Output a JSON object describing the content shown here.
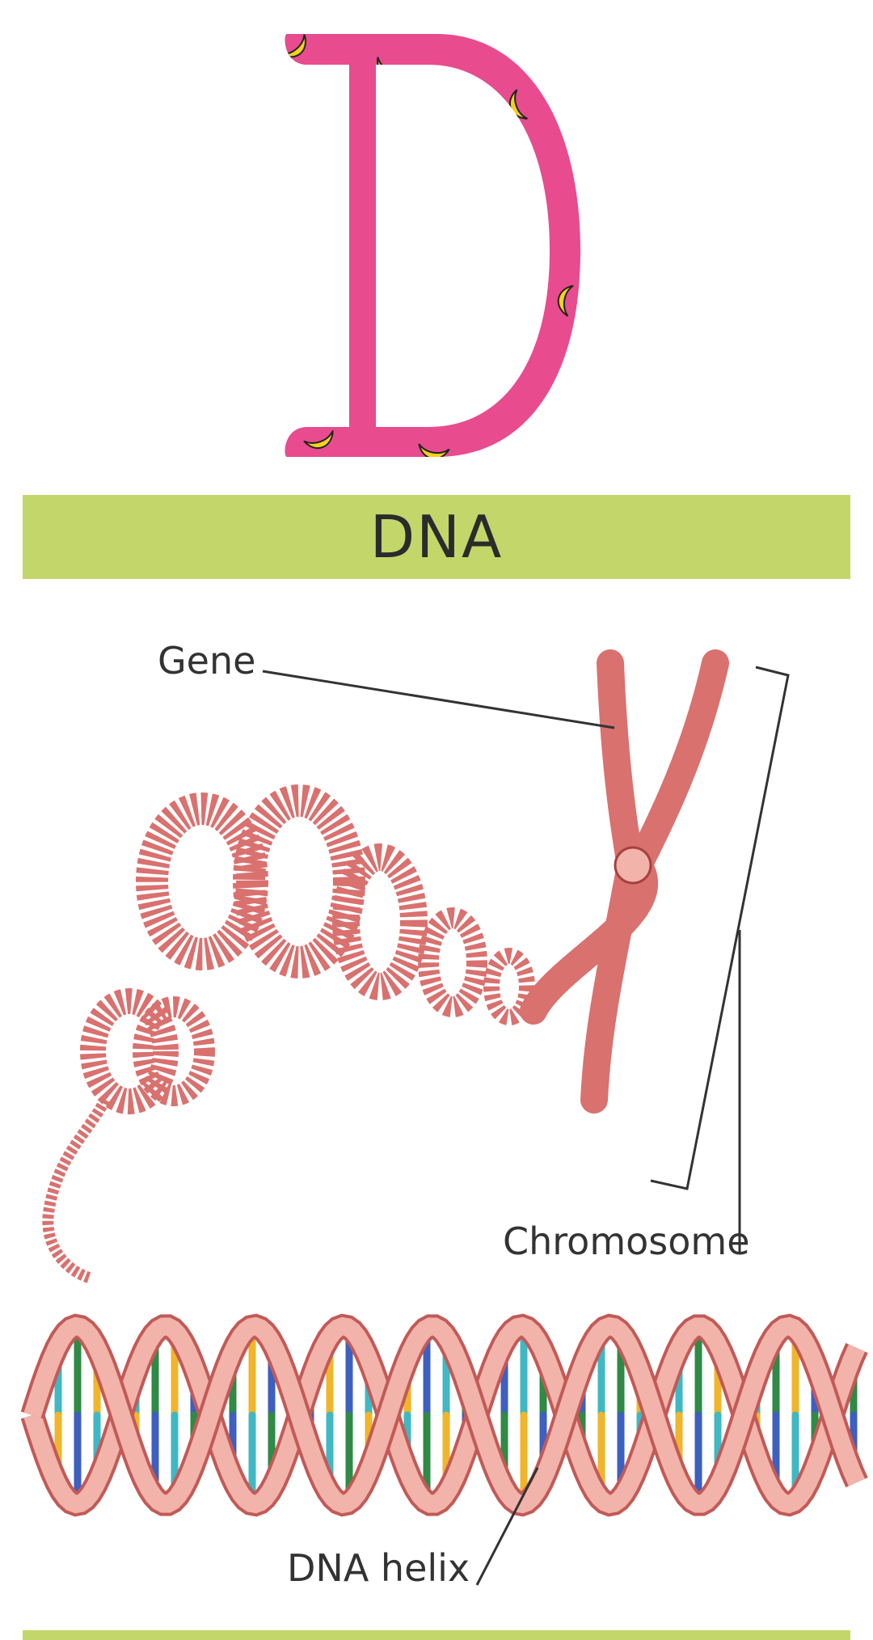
{
  "letter": {
    "glyph": "D",
    "fill_color": "#e84b8e",
    "pattern_color": "#f2d21c",
    "pattern_icon": "banana-icon"
  },
  "title_bar": {
    "title": "DNA",
    "color": "#c3d66a"
  },
  "diagram": {
    "labels": {
      "gene": "Gene",
      "chromosome": "Chromosome",
      "dna_helix": "DNA helix"
    },
    "colors": {
      "chromatin": "#d9716f",
      "chromatin_dark": "#a8403f",
      "ribbon": "#f2b3aa",
      "ribbon_edge": "#c25a57",
      "base_blue": "#3d5fbf",
      "base_teal": "#3fb8c4",
      "base_green": "#2e8a45",
      "base_yellow": "#f0b52a",
      "leader_line": "#333333"
    }
  }
}
